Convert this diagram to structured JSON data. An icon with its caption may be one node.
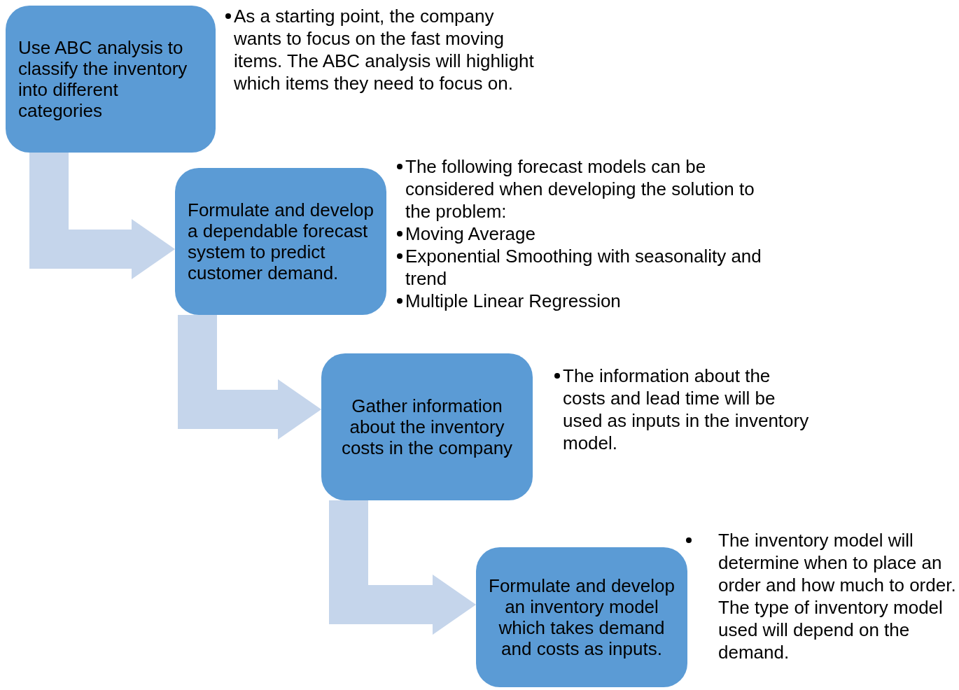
{
  "diagram": {
    "nodes": [
      {
        "text": [
          "Use ABC analysis to classify the inventory into different categories"
        ],
        "beside": [
          "As a starting point, the company wants to focus on the fast moving items. The ABC analysis will highlight which items they need to focus on."
        ]
      },
      {
        "text": [
          "Formulate and develop a dependable forecast system to predict customer demand."
        ],
        "beside": [
          "The following forecast models can be considered when developing the solution to the problem:",
          "Moving Average",
          "Exponential Smoothing with seasonality and trend",
          "Multiple Linear Regression"
        ]
      },
      {
        "text": [
          "Gather information about the inventory costs in the company"
        ],
        "beside": [
          "The information about the costs and lead time will be used as inputs in the inventory model."
        ]
      },
      {
        "text": [
          "Formulate and develop an inventory model which takes demand and costs as inputs."
        ],
        "beside": [
          "The inventory model will determine when to place an order and how much to order. The type of inventory model used will depend on the demand."
        ]
      }
    ],
    "edges": [
      {
        "from": 0,
        "to": 1,
        "arrow": "to"
      },
      {
        "from": 1,
        "to": 2,
        "arrow": "to"
      },
      {
        "from": 2,
        "to": 3,
        "arrow": "to"
      }
    ]
  }
}
